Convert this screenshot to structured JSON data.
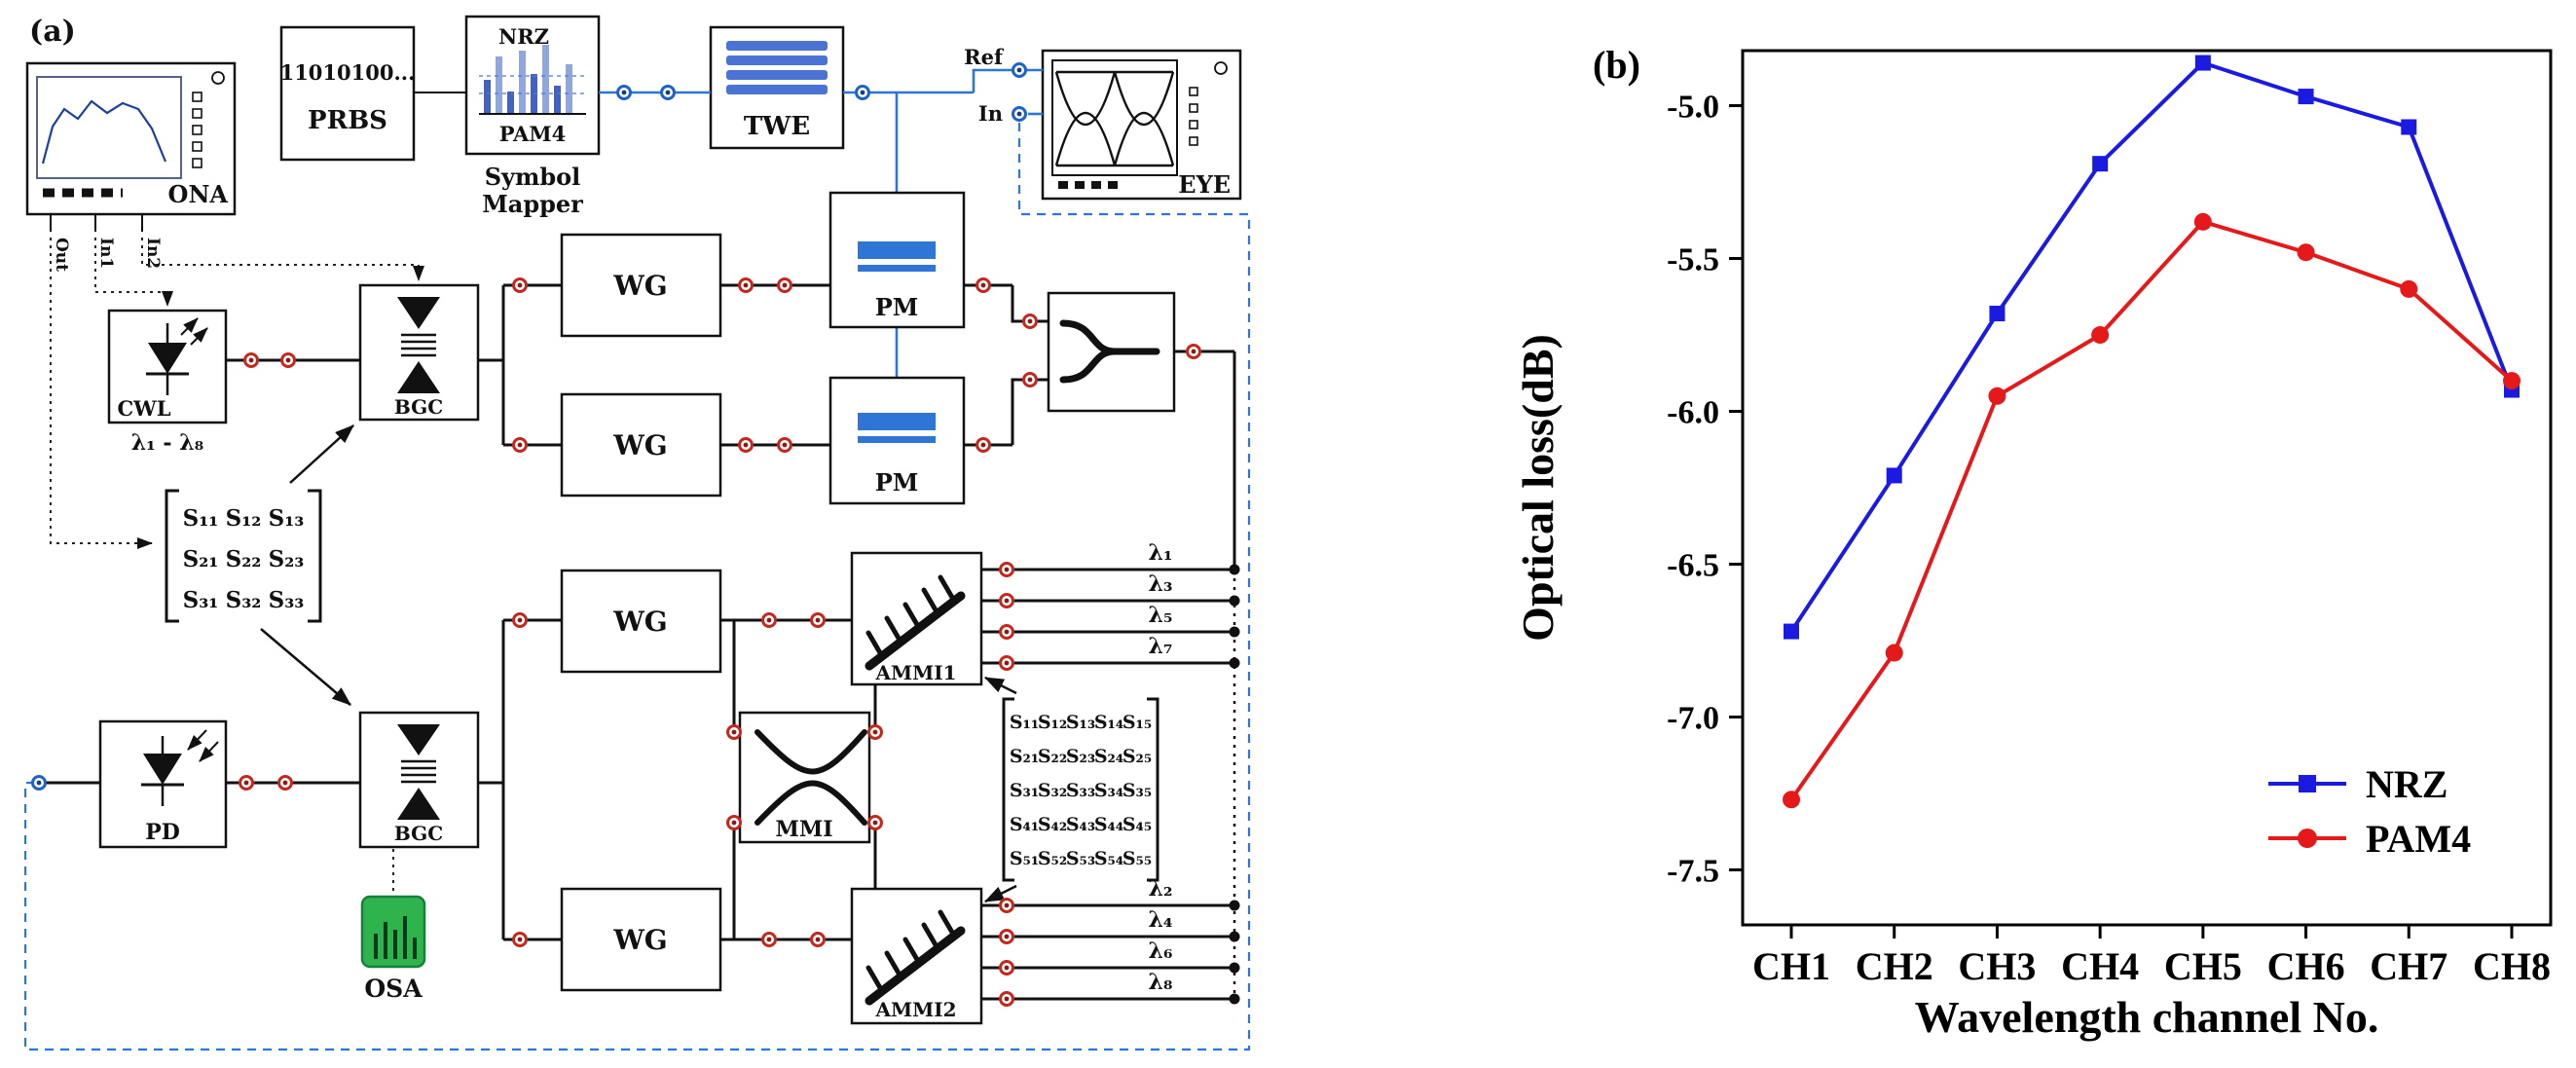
{
  "figure": {
    "panel_a_label": "(a)",
    "panel_b_label": "(b)"
  },
  "colors": {
    "link_blue": "#2e75d6",
    "connector_red": "#c2281e",
    "nrz_blue": "#1a1ae0",
    "pam4_red": "#e51919",
    "osa_green": "#2eb34d"
  },
  "diagram": {
    "ona": {
      "label": "ONA",
      "ports": [
        "Out",
        "In1",
        "In2"
      ]
    },
    "prbs": {
      "bits": "11010100...",
      "label": "PRBS"
    },
    "mapper": {
      "top_label": "NRZ",
      "bottom_label": "PAM4",
      "caption": [
        "Symbol",
        "Mapper"
      ]
    },
    "twe": {
      "label": "TWE"
    },
    "eye": {
      "label": "EYE",
      "ref_label": "Ref",
      "in_label": "In"
    },
    "cwl": {
      "label": "CWL",
      "range": "λ₁ - λ₈"
    },
    "bgc_label": "BGC",
    "wg_label": "WG",
    "pm_label": "PM",
    "ammi1": {
      "label": "AMMI1"
    },
    "ammi2": {
      "label": "AMMI2"
    },
    "mmi": {
      "label": "MMI"
    },
    "pd": {
      "label": "PD"
    },
    "osa": {
      "label": "OSA"
    },
    "matrix3": {
      "rows": [
        [
          "S₁₁",
          "S₁₂",
          "S₁₃"
        ],
        [
          "S₂₁",
          "S₂₂",
          "S₂₃"
        ],
        [
          "S₃₁",
          "S₃₂",
          "S₃₃"
        ]
      ]
    },
    "matrix5": {
      "rows": [
        [
          "S₁₁",
          "S₁₂",
          "S₁₃",
          "S₁₄",
          "S₁₅"
        ],
        [
          "S₂₁",
          "S₂₂",
          "S₂₃",
          "S₂₄",
          "S₂₅"
        ],
        [
          "S₃₁",
          "S₃₂",
          "S₃₃",
          "S₃₄",
          "S₃₅"
        ],
        [
          "S₄₁",
          "S₄₂",
          "S₄₃",
          "S₄₄",
          "S₄₅"
        ],
        [
          "S₅₁",
          "S₅₂",
          "S₅₃",
          "S₅₄",
          "S₅₅"
        ]
      ]
    },
    "lambda_odd": [
      "λ₁",
      "λ₃",
      "λ₅",
      "λ₇"
    ],
    "lambda_even": [
      "λ₂",
      "λ₄",
      "λ₆",
      "λ₈"
    ]
  },
  "chart_data": {
    "type": "line",
    "title": "",
    "xlabel": "Wavelength channel No.",
    "ylabel": "Optical loss(dB)",
    "categories": [
      "CH1",
      "CH2",
      "CH3",
      "CH4",
      "CH5",
      "CH6",
      "CH7",
      "CH8"
    ],
    "series": [
      {
        "name": "NRZ",
        "color": "#1a1ae0",
        "marker": "square",
        "values": [
          -6.72,
          -6.21,
          -5.68,
          -5.19,
          -4.86,
          -4.97,
          -5.07,
          -5.93
        ]
      },
      {
        "name": "PAM4",
        "color": "#e51919",
        "marker": "circle",
        "values": [
          -7.27,
          -6.79,
          -5.95,
          -5.75,
          -5.38,
          -5.48,
          -5.6,
          -5.9
        ]
      }
    ],
    "ylim": [
      -7.68,
      -4.82
    ],
    "yticks": [
      {
        "value": -5.0,
        "label": "-5.0"
      },
      {
        "value": -5.5,
        "label": "-5.5"
      },
      {
        "value": -6.0,
        "label": "-6.0"
      },
      {
        "value": -6.5,
        "label": "-6.5"
      },
      {
        "value": -7.0,
        "label": "-7.0"
      },
      {
        "value": -7.5,
        "label": "-7.5"
      }
    ],
    "legend_position": "lower right",
    "grid": false
  }
}
